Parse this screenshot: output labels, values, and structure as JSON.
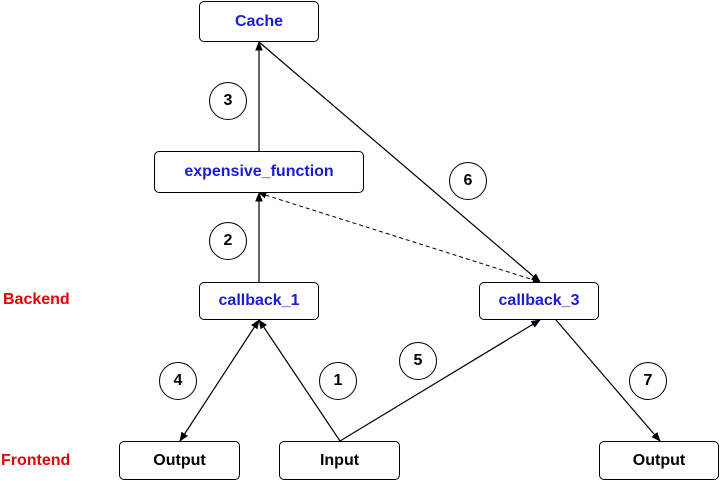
{
  "layers": {
    "backend_label": "Backend",
    "frontend_label": "Frontend"
  },
  "nodes": {
    "cache": "Cache",
    "expensive_function": "expensive_function",
    "callback_1": "callback_1",
    "callback_3": "callback_3",
    "output_left": "Output",
    "input": "Input",
    "output_right": "Output"
  },
  "steps": [
    "1",
    "2",
    "3",
    "4",
    "5",
    "6",
    "7"
  ],
  "colors": {
    "backend_text": "#1a1ad9",
    "layer_label": "#e60000",
    "edge": "#000000"
  }
}
